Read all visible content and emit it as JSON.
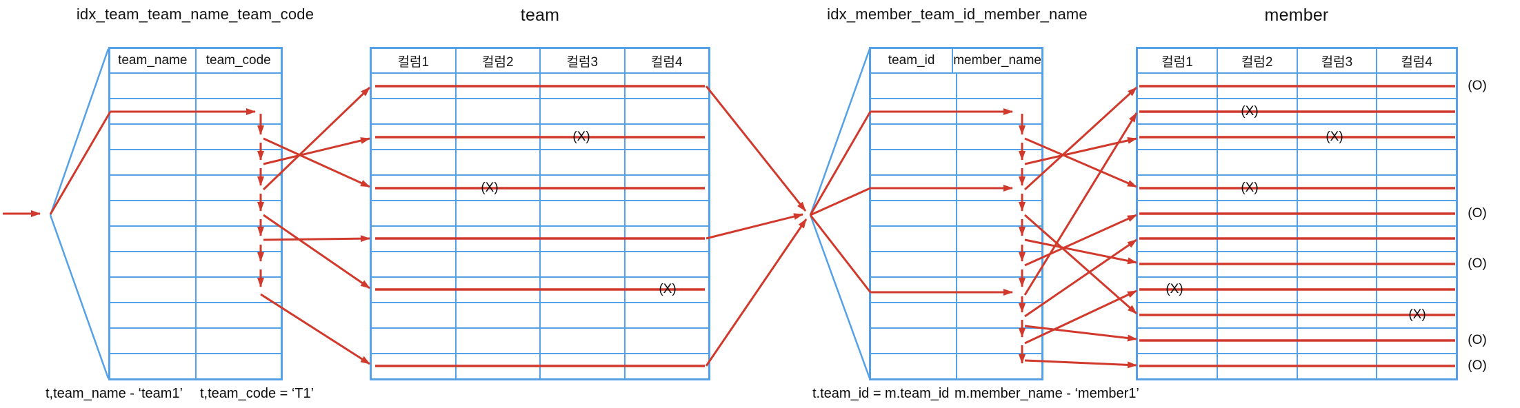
{
  "index_team": {
    "title": "idx_team_team_name_team_code",
    "headers": [
      "team_name",
      "team_code"
    ]
  },
  "table_team": {
    "title": "team",
    "headers": [
      "컬럼1",
      "컬럼2",
      "컬럼3",
      "컬럼4"
    ]
  },
  "index_member": {
    "title": "idx_member_team_id_member_name",
    "headers": [
      "team_id",
      "member_name"
    ]
  },
  "table_member": {
    "title": "member",
    "headers": [
      "컬럼1",
      "컬럼2",
      "컬럼3",
      "컬럼4"
    ]
  },
  "captions": {
    "team_name_cond": "t,team_name - ‘team1’",
    "team_code_cond": "t,team_code = ‘T1’",
    "join_cond": "t.team_id = m.team_id",
    "member_name_cond": "m.member_name - ‘member1’"
  },
  "markers": {
    "excluded": "(X)",
    "included": "(O)"
  },
  "colors": {
    "table_line_blue": "#55a1e8",
    "arrow_red": "#d0392b"
  }
}
